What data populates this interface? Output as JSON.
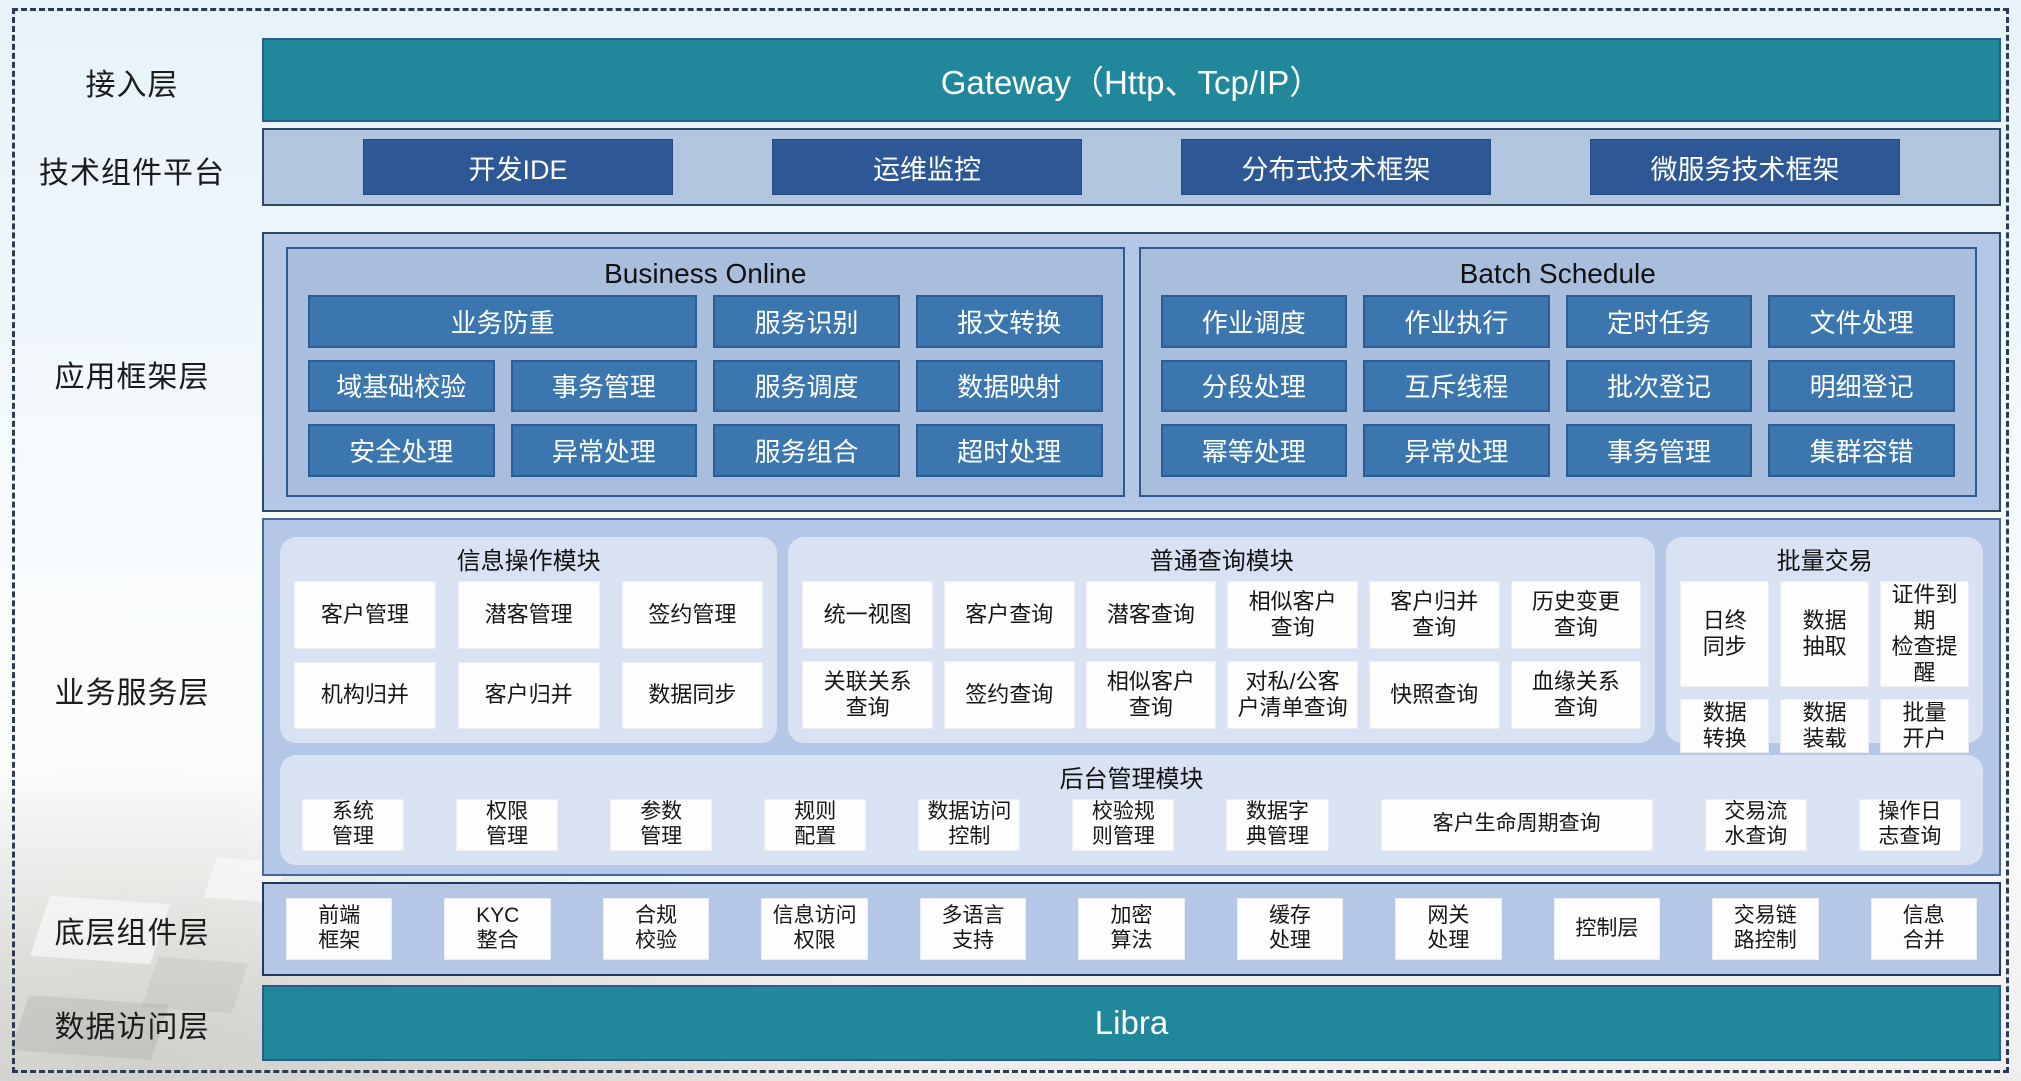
{
  "layers": [
    "接入层",
    "技术组件平台",
    "应用框架层",
    "业务服务层",
    "底层组件层",
    "数据访问层"
  ],
  "gateway": {
    "title": "Gateway（Http、Tcp/IP）"
  },
  "tech_platform": {
    "buttons": [
      "开发IDE",
      "运维监控",
      "分布式技术框架",
      "微服务技术框架"
    ]
  },
  "app_framework": {
    "business_online": {
      "title": "Business Online",
      "items": [
        {
          "label": "业务防重",
          "span": 2
        },
        "服务识别",
        "报文转换",
        "域基础校验",
        "事务管理",
        "服务调度",
        "数据映射",
        "安全处理",
        "异常处理",
        "服务组合",
        "超时处理"
      ]
    },
    "batch_schedule": {
      "title": "Batch Schedule",
      "items": [
        "作业调度",
        "作业执行",
        "定时任务",
        "文件处理",
        "分段处理",
        "互斥线程",
        "批次登记",
        "明细登记",
        "幂等处理",
        "异常处理",
        "事务管理",
        "集群容错"
      ]
    }
  },
  "service_layer": {
    "info_module": {
      "title": "信息操作模块",
      "items": [
        "客户管理",
        "潜客管理",
        "签约管理",
        "机构归并",
        "客户归并",
        "数据同步"
      ]
    },
    "query_module": {
      "title": "普通查询模块",
      "items": [
        "统一视图",
        "客户查询",
        "潜客查询",
        "相似客户\n查询",
        "客户归并\n查询",
        "历史变更\n查询",
        "关联关系\n查询",
        "签约查询",
        "相似客户\n查询",
        "对私/公客\n户清单查询",
        "快照查询",
        "血缘关系\n查询"
      ]
    },
    "batch_module": {
      "title": "批量交易",
      "items": [
        "日终\n同步",
        "数据\n抽取",
        "证件到期\n检查提醒",
        "数据\n转换",
        "数据\n装载",
        "批量\n开户"
      ]
    },
    "admin_module": {
      "title": "后台管理模块",
      "items": [
        "系统\n管理",
        "权限\n管理",
        "参数\n管理",
        "规则\n配置",
        "数据访问\n控制",
        "校验规\n则管理",
        "数据字\n典管理",
        {
          "label": "客户生命周期查询",
          "span": 2.7
        },
        "交易流\n水查询",
        "操作日\n志查询"
      ]
    }
  },
  "base_layer": {
    "items": [
      "前端\n框架",
      "KYC\n整合",
      "合规\n校验",
      "信息访问\n权限",
      "多语言\n支持",
      "加密\n算法",
      "缓存\n处理",
      "网关\n处理",
      "控制层",
      "交易链\n路控制",
      "信息\n合并"
    ]
  },
  "data_layer": {
    "title": "Libra"
  },
  "colors": {
    "teal": "#21879b",
    "navy_button": "#2d5795",
    "steel_tile": "#3b76ae",
    "panel_blue": "#b4c7e7",
    "subpanel_blue": "#d9e2f3"
  }
}
